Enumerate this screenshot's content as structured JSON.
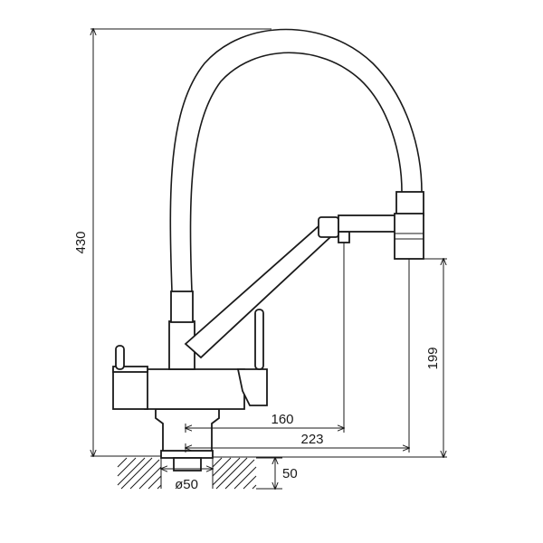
{
  "dimensions": {
    "total_height": "430",
    "spout_height": "199",
    "reach_filter": "160",
    "reach_spout": "223",
    "hole_diameter": "ø50",
    "deck_thickness": "50"
  }
}
